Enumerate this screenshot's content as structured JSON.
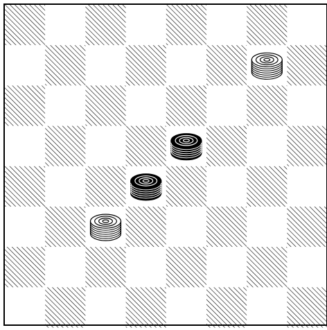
{
  "board": {
    "size": 8,
    "dark_square_pattern": "diagonal-hatch",
    "colors": {
      "light_square": "#ffffff",
      "dark_square_lines": "#000000",
      "border": "#000000",
      "white_piece_fill": "#ffffff",
      "black_piece_fill": "#000000"
    }
  },
  "pieces": [
    {
      "color": "white",
      "row": 1,
      "col": 6
    },
    {
      "color": "black",
      "row": 3,
      "col": 4
    },
    {
      "color": "black",
      "row": 4,
      "col": 3
    },
    {
      "color": "white",
      "row": 5,
      "col": 2
    }
  ]
}
